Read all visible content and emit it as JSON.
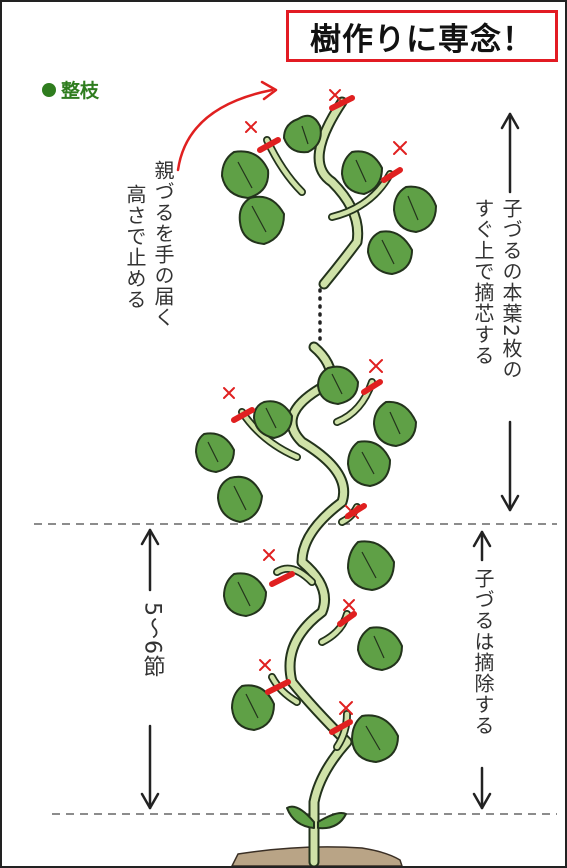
{
  "title": "樹作りに専念！",
  "section_label": "整枝",
  "annotations": {
    "parent_vine_line1": "親づるを手の届く",
    "parent_vine_line2": "高さで止める",
    "child_top_line1": "子づるの本葉2枚の",
    "child_top_line2": "すぐ上で摘芯する",
    "node_count": "5〜6節",
    "child_bottom": "子づるは摘除する"
  },
  "colors": {
    "leaf_fill": "#5fa046",
    "leaf_stroke": "#23331c",
    "stem_fill": "#cfe2a8",
    "cut_mark": "#e02020",
    "title_border": "#e21b23",
    "label_green": "#2f7d1f",
    "soil": "#b9a486"
  }
}
